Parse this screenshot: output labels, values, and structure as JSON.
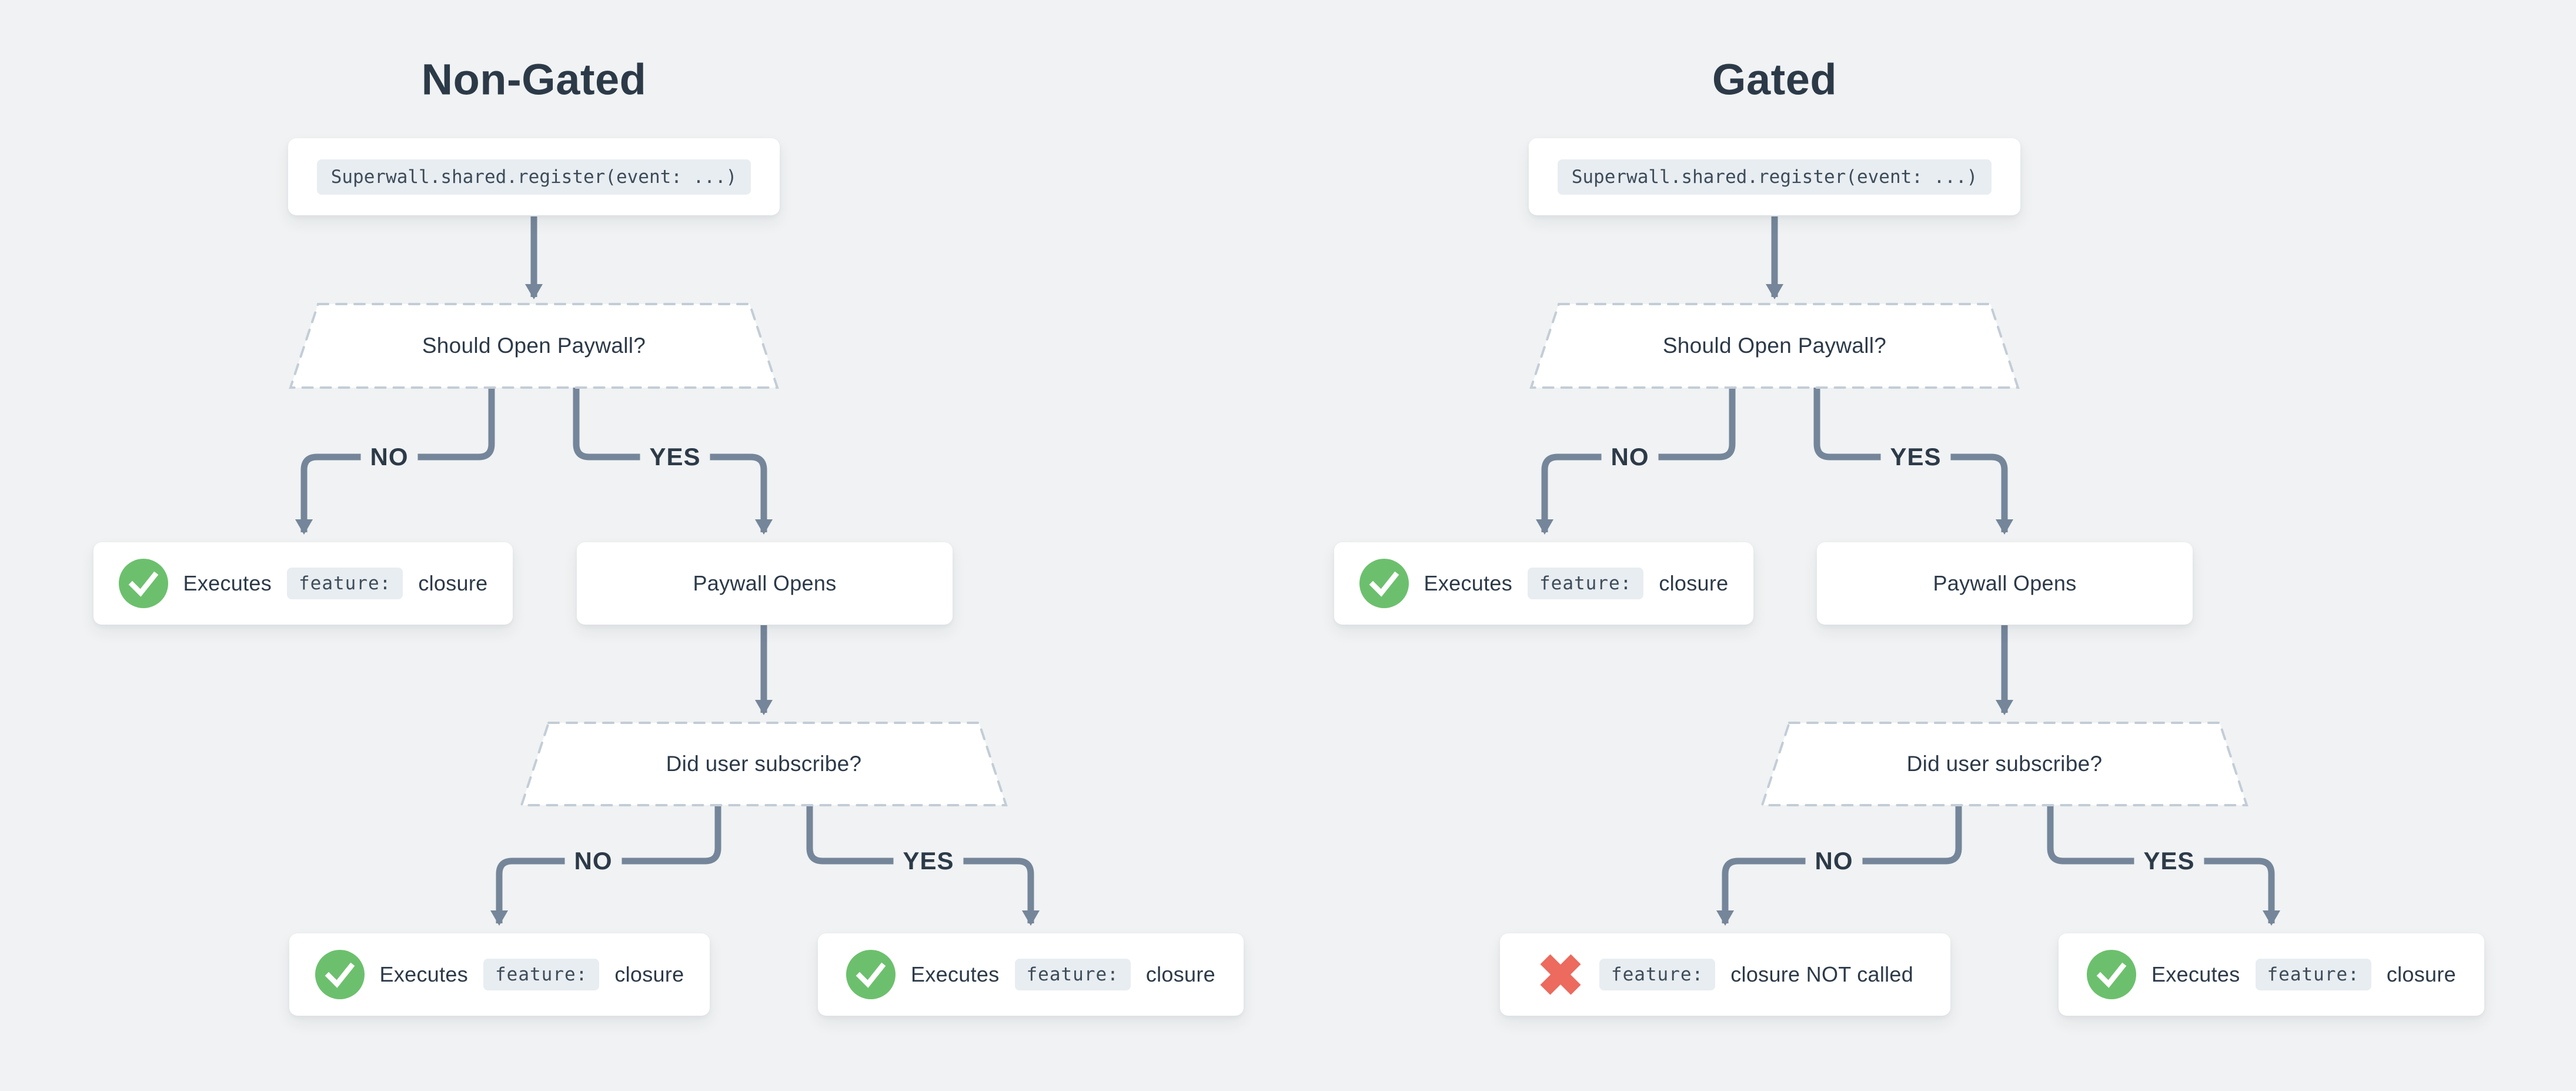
{
  "canvas": {
    "background_color": "#f0f2f3"
  },
  "palette": {
    "connector_line": "#75869a",
    "decision_dash_border": "#c3cdd7",
    "node_background": "#ffffff",
    "text_dark": "#2c3a48",
    "code_chip_background": "#e8edf1",
    "code_text": "#3d4c5a",
    "success_green": "#6cc06d",
    "error_red": "#ec6a5e"
  },
  "flows": [
    {
      "title": "Non-Gated",
      "code_call": "Superwall.shared.register(event: ...)",
      "decision_paywall": {
        "question": "Should Open Paywall?",
        "no_label": "NO",
        "yes_label": "YES"
      },
      "paywall_no_result": {
        "icon": "check-circle",
        "text_before_chip": "Executes",
        "chip": "feature:",
        "text_after_chip": "closure"
      },
      "paywall_yes_node": {
        "label": "Paywall Opens"
      },
      "decision_subscribe": {
        "question": "Did user subscribe?",
        "no_label": "NO",
        "yes_label": "YES"
      },
      "subscribe_no_result": {
        "icon": "check-circle",
        "text_before_chip": "Executes",
        "chip": "feature:",
        "text_after_chip": "closure"
      },
      "subscribe_yes_result": {
        "icon": "check-circle",
        "text_before_chip": "Executes",
        "chip": "feature:",
        "text_after_chip": "closure"
      }
    },
    {
      "title": "Gated",
      "code_call": "Superwall.shared.register(event: ...)",
      "decision_paywall": {
        "question": "Should Open Paywall?",
        "no_label": "NO",
        "yes_label": "YES"
      },
      "paywall_no_result": {
        "icon": "check-circle",
        "text_before_chip": "Executes",
        "chip": "feature:",
        "text_after_chip": "closure"
      },
      "paywall_yes_node": {
        "label": "Paywall Opens"
      },
      "decision_subscribe": {
        "question": "Did user subscribe?",
        "no_label": "NO",
        "yes_label": "YES"
      },
      "subscribe_no_result": {
        "icon": "x-mark",
        "text_before_chip": "",
        "chip": "feature:",
        "text_after_chip": "closure NOT called"
      },
      "subscribe_yes_result": {
        "icon": "check-circle",
        "text_before_chip": "Executes",
        "chip": "feature:",
        "text_after_chip": "closure"
      }
    }
  ]
}
